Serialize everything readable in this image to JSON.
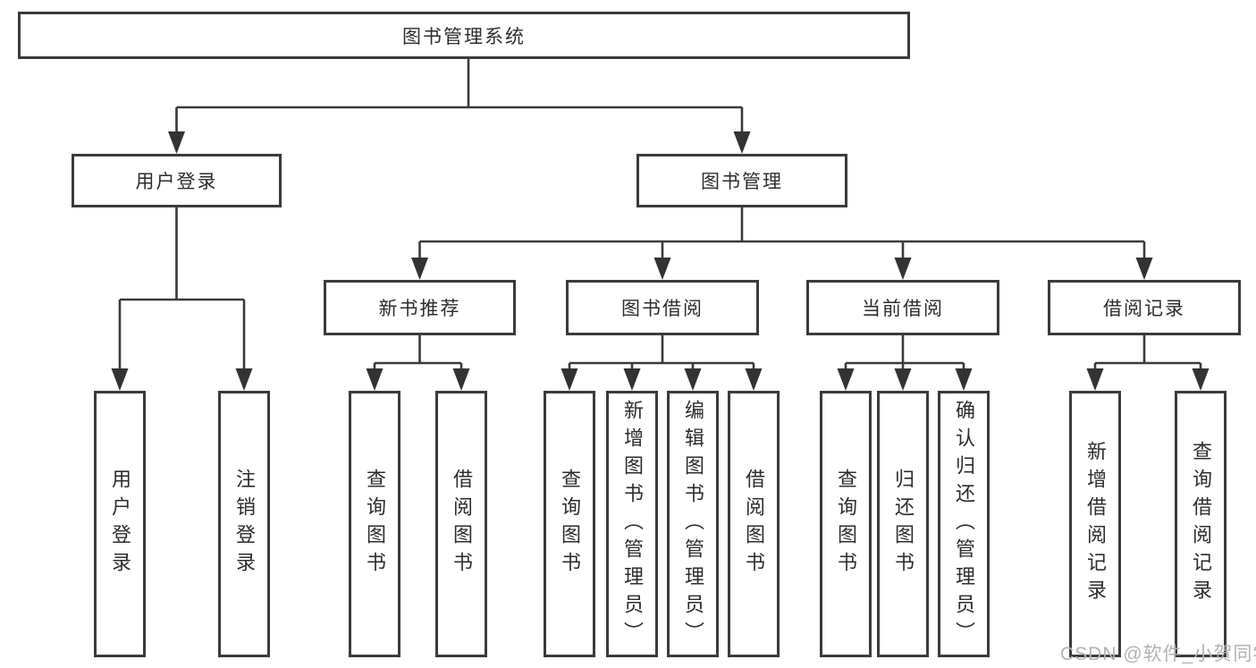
{
  "diagram": {
    "watermark": "CSDN @软件_小贺同学",
    "colors": {
      "line": "#3a3a3a",
      "box_border": "#3b3b3b",
      "text": "#2d2d2d",
      "watermark": "#b2b2b2",
      "background": "#ffffff"
    },
    "tree": {
      "label": "图书管理系统",
      "children": [
        {
          "label": "用户登录",
          "children": [
            {
              "label": "用户登录"
            },
            {
              "label": "注销登录"
            }
          ]
        },
        {
          "label": "图书管理",
          "children": [
            {
              "label": "新书推荐",
              "children": [
                {
                  "label": "查询图书"
                },
                {
                  "label": "借阅图书"
                }
              ]
            },
            {
              "label": "图书借阅",
              "children": [
                {
                  "label": "查询图书"
                },
                {
                  "label": "新增图书（管理员）"
                },
                {
                  "label": "编辑图书（管理员）"
                },
                {
                  "label": "借阅图书"
                }
              ]
            },
            {
              "label": "当前借阅",
              "children": [
                {
                  "label": "查询图书"
                },
                {
                  "label": "归还图书"
                },
                {
                  "label": "确认归还（管理员）"
                }
              ]
            },
            {
              "label": "借阅记录",
              "children": [
                {
                  "label": "新增借阅记录"
                },
                {
                  "label": "查询借阅记录"
                }
              ]
            }
          ]
        }
      ]
    }
  }
}
